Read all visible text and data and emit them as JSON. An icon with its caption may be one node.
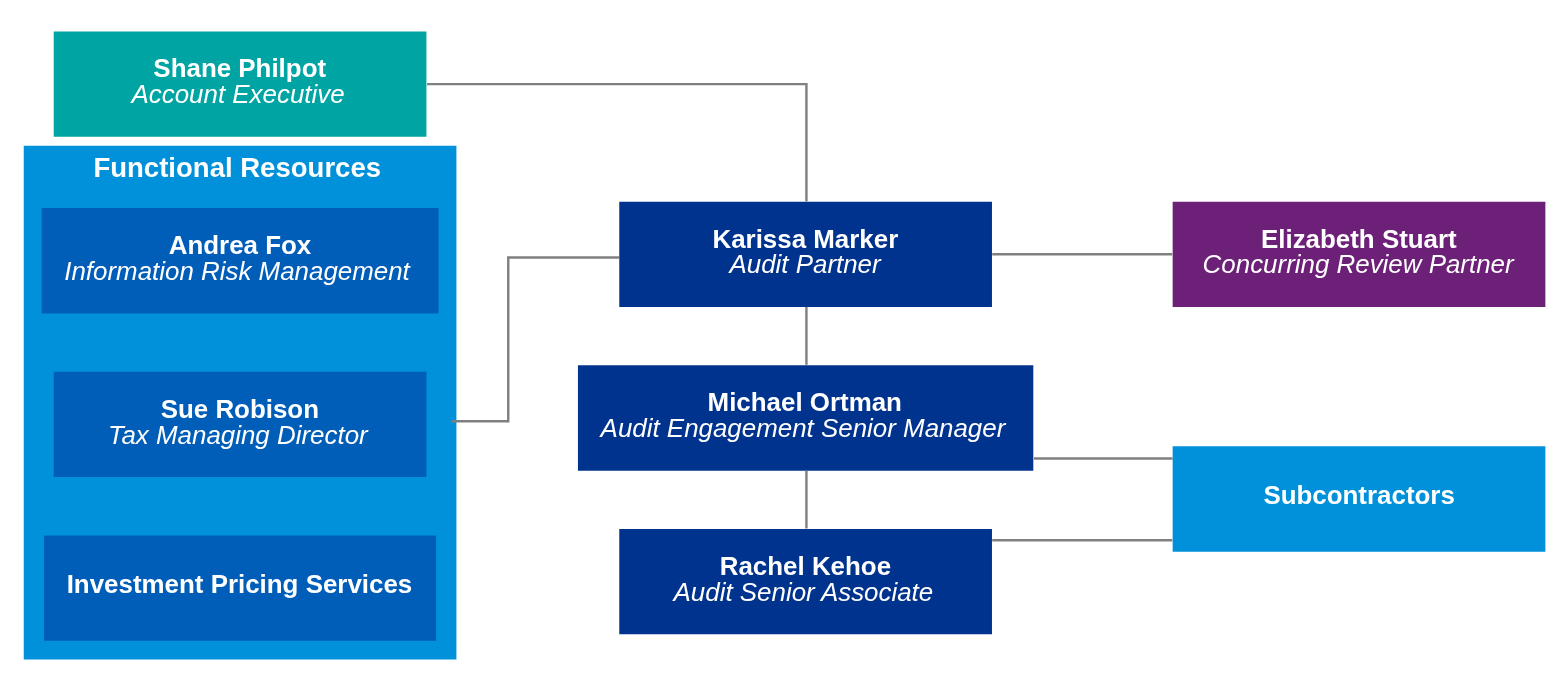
{
  "diagram": {
    "nodes": [
      {
        "text": [
          "Shane Philpot",
          "Account Executive"
        ]
      },
      {
        "text": [
          "Karissa Marker",
          "Audit Partner"
        ]
      },
      {
        "text": [
          "Elizabeth Stuart",
          "Concurring Review Partner"
        ]
      },
      {
        "text": [
          "Functional Resources"
        ]
      },
      {
        "text": [
          "Andrea Fox",
          "Information Risk Management"
        ],
        "in": 3
      },
      {
        "text": [
          "Sue Robison",
          "Tax Managing Director"
        ],
        "in": 3
      },
      {
        "text": [
          "Investment Pricing Services"
        ],
        "in": 3
      },
      {
        "text": [
          "Michael Ortman",
          "Audit Engagement Senior Manager"
        ]
      },
      {
        "text": [
          "Subcontractors"
        ]
      },
      {
        "text": [
          "Rachel Kehoe",
          "Audit Senior Associate"
        ]
      }
    ],
    "edges": [
      {
        "from": 0,
        "to": 1,
        "arrow": "none"
      },
      {
        "from": 3,
        "to": 1,
        "arrow": "none"
      },
      {
        "from": 1,
        "to": 2,
        "arrow": "none"
      },
      {
        "from": 1,
        "to": 7,
        "arrow": "none"
      },
      {
        "from": 7,
        "to": 9,
        "arrow": "none"
      },
      {
        "from": 7,
        "to": 8,
        "arrow": "none"
      },
      {
        "from": 9,
        "to": 8,
        "arrow": "none"
      }
    ]
  }
}
